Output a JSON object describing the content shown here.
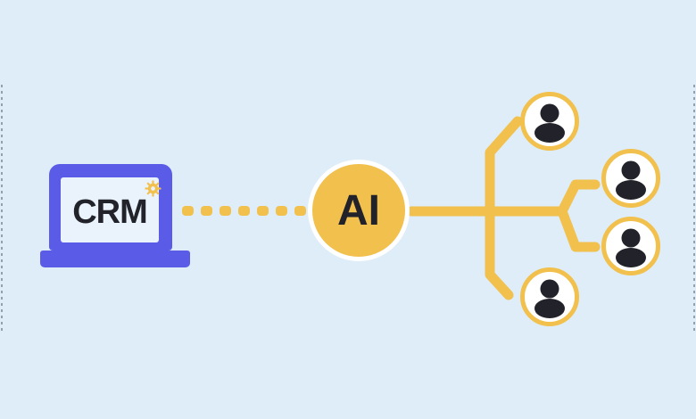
{
  "colors": {
    "background": "#DEEDF8",
    "accent_yellow": "#F1C04D",
    "laptop_blue": "#5A5CE8",
    "dark": "#22232A",
    "screen": "#EAF3FB",
    "node_bg": "#FFFFFF",
    "ring": "#FFFFFF",
    "border_dash": "#7B8894"
  },
  "diagram": {
    "description": "Illustration of a CRM system connected through AI to multiple users",
    "crm": {
      "label": "CRM",
      "icon": "gear-icon",
      "device": "laptop"
    },
    "left_connector": {
      "style": "dashed",
      "dash_count": 7
    },
    "ai": {
      "label": "AI"
    },
    "right_connector": {
      "style": "solid",
      "branches": 4
    },
    "user_nodes": [
      {
        "icon": "user-icon",
        "position": "top"
      },
      {
        "icon": "user-icon",
        "position": "right-upper"
      },
      {
        "icon": "user-icon",
        "position": "right-lower"
      },
      {
        "icon": "user-icon",
        "position": "bottom"
      }
    ]
  }
}
